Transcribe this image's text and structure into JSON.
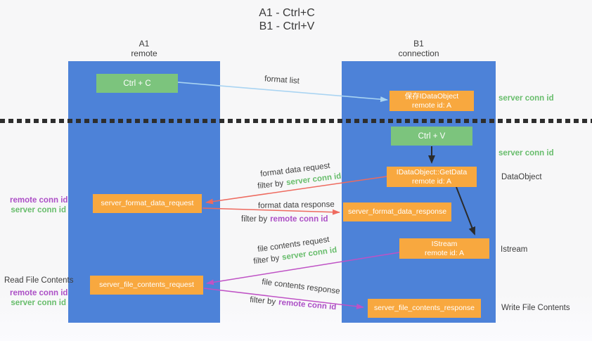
{
  "title": {
    "line1": "A1 - Ctrl+C",
    "line2": "B1 - Ctrl+V"
  },
  "columns": {
    "left": {
      "name": "A1",
      "role": "remote"
    },
    "right": {
      "name": "B1",
      "role": "connection"
    }
  },
  "boxes": {
    "ctrl_c": "Ctrl + C",
    "ctrl_v": "Ctrl + V",
    "save_dataobject": {
      "title": "保存IDataObject",
      "subtitle": "remote id: A"
    },
    "getdata": {
      "title": "IDataObject::GetData",
      "subtitle": "remote id: A"
    },
    "istream": {
      "title": "IStream",
      "subtitle": "remote id: A"
    },
    "format_request": "server_format_data_request",
    "format_response": "server_format_data_response",
    "file_request": "server_file_contents_request",
    "file_response": "server_file_contents_response"
  },
  "terms": {
    "server_conn_id": "server conn id",
    "remote_conn_id": "remote conn id",
    "filter_by": "filter by"
  },
  "flow_labels": {
    "format_list": "format list",
    "format_data_request": "format data request",
    "format_data_response": "format data response",
    "file_contents_request": "file contents request",
    "file_contents_response": "file contents response"
  },
  "side_labels": {
    "read_file_contents": "Read File Contents",
    "write_file_contents": "Write File Contents",
    "dataobject": "DataObject",
    "istream": "Istream"
  },
  "colors": {
    "column_blue": "#4d82d8",
    "box_green": "#7cc47d",
    "box_orange": "#f8a83f",
    "arrow_red": "#ee6a5f",
    "arrow_magenta": "#bf52c5",
    "arrow_lightblue": "#a9d4f2",
    "arrow_black": "#2b2b2b",
    "text_green": "#68bd6c",
    "text_purple": "#ac4fc6"
  }
}
